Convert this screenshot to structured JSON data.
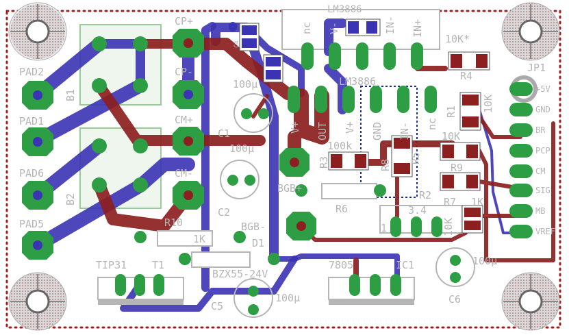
{
  "colors": {
    "background": "#ffffff",
    "top_copper": "#8c1f1f",
    "bottom_copper": "#3a33b4",
    "pad": "#2e9e45",
    "silkscreen": "#b5b5b5",
    "outline_dots": "#a51e1e",
    "component_outline": "#9aca98"
  },
  "labels": {
    "ic_top": "LM3886",
    "ic_top_pins": [
      "nc",
      "V-",
      "IN-",
      "IN+"
    ],
    "ic_mid": "LM3886",
    "ic_mid_pins": [
      "V+",
      "OUT",
      "V+",
      "GND",
      "IN-",
      "nc"
    ],
    "c_top": "C4",
    "pad2": "PAD2",
    "pad1": "PAD1",
    "pad6": "PAD6",
    "pad5": "PAD5",
    "b1": "B1",
    "b2": "B2",
    "cp_plus": "CP+",
    "cp_minus": "CP-",
    "cm_plus": "CM+",
    "cm_minus": "CM-",
    "c1_val": "100µ",
    "c1": "C1",
    "c2_val": "100µ",
    "c2": "C2",
    "r10": "R10",
    "r10_val": "1K",
    "d1": "D1",
    "zener": "BZX55-24V",
    "tip31": "TIP31",
    "t1": "T1",
    "c5": "C5",
    "c5_val": "100µ",
    "bgb_plus": "BGB+",
    "bgb_minus": "BGB-",
    "r6": "R6",
    "r8_val": "100k",
    "r8": "R8",
    "r3": "R3",
    "r5": "R5",
    "r9_val": "10K",
    "r9": "R9",
    "r4_val": "10K*",
    "r4": "R4",
    "r1": "R1",
    "r1_val": "10K",
    "r2": "R2",
    "r2_val": "3.4",
    "r7": "R7",
    "r7_val": "1K",
    "pot_pin": "1",
    "pot_val": "10K",
    "reg": "7805",
    "ic1": "IC1",
    "c6": "C6",
    "c6_val": "100µ",
    "jp1": "JP1",
    "jp1_pins": [
      "+5V",
      "GND",
      "BR",
      "PCP",
      "CM",
      "SIG",
      "MB",
      "VREF"
    ]
  }
}
